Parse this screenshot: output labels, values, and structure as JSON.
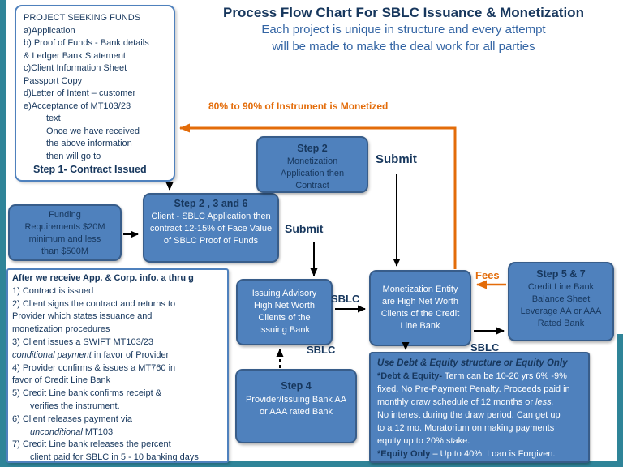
{
  "title": {
    "heading": "Process Flow Chart For SBLC Issuance & Monetization",
    "sub1": "Each project is unique in structure and every attempt",
    "sub2": "will be made to make the deal work for all parties"
  },
  "notes": {
    "monetized": "80% to 90% of Instrument is Monetized",
    "submit_top": "Submit",
    "submit_mid": "Submit",
    "sblc_issuing": "SBLC",
    "sblc_step4": "SBLC",
    "sblc_credit": "SBLC",
    "fees": "Fees"
  },
  "boxes": {
    "project_seeking": {
      "lines": [
        "PROJECT SEEKING FUNDS",
        "a)Application",
        "b) Proof of Funds - Bank details",
        "& Ledger Bank Statement",
        "c)Client Information Sheet",
        "Passport Copy",
        "d)Letter of  Intent – customer",
        "e)Acceptance of MT103/23"
      ],
      "indented": [
        "text",
        "Once we have received",
        "the above information",
        "then will go to"
      ],
      "step": "Step 1- Contract Issued"
    },
    "funding": {
      "lines": [
        "Funding",
        "Requirements  $20M",
        "minimum and less",
        "than $500M"
      ]
    },
    "step236": {
      "heading": "Step 2 , 3 and 6",
      "body": "Client - SBLC Application then contract 12-15% of Face Value of SBLC  Proof of Funds"
    },
    "step2": {
      "heading": "Step 2",
      "body": "Monetization Application then Contract"
    },
    "issuing_advisory": {
      "body": "Issuing Advisory High Net Worth Clients of the Issuing Bank"
    },
    "monetization_entity": {
      "body": "Monetization Entity  are High Net Worth Clients of the Credit Line Bank"
    },
    "step57": {
      "heading": "Step 5 & 7",
      "body": "Credit Line Bank Balance Sheet Leverage AA or AAA Rated Bank"
    },
    "step4": {
      "heading": "Step 4",
      "body": "Provider/Issuing Bank AA or AAA rated Bank"
    },
    "after_receive": {
      "heading": " After we receive App. & Corp. info.  a thru g",
      "item1": "1) Contract is issued",
      "item2a": "2) Client signs  the contract and returns  to",
      "item2b": "Provider which states issuance and",
      "item2c": "monetization  procedures",
      "item3a": "3) Client issues a SWIFT MT103/23",
      "item3b_italic": "conditional payment",
      "item3b_rest": " in favor of Provider",
      "item4a": "4) Provider confirms  &  issues a MT760 in",
      "item4b": "favor of Credit Line Bank",
      "item5a": "5)   Credit Line bank confirms receipt  &",
      "item5b": "verifies the instrument.",
      "item6a": "6)   Client releases payment via",
      "item6b_italic": "unconditional",
      "item6b_rest": " MT103",
      "item7a": "7)   Credit Line bank releases the percent",
      "item7b": "client paid for SBLC in 5 - 10 banking days"
    },
    "debt_equity": {
      "heading": "Use Debt & Equity structure or Equity Only",
      "l1_bold": "*Debt & Equity-",
      "l1_rest": " Term can be 10-20 yrs 6% -9%",
      "l2": "fixed. No Pre-Payment Penalty. Proceeds paid in",
      "l3a": "monthly draw schedule of 12 months or ",
      "l3_italic": "less.",
      "l4": "No interest during the draw period. Can get up",
      "l5": "to a 12 mo. Moratorium on making payments",
      "l6": "equity  up to 20%  stake.",
      "l7_bold": "*Equity Only",
      "l7_rest": " – Up to 40%.  Loan is Forgiven."
    }
  },
  "colors": {
    "navy_text": "#17375D",
    "box_fill": "#4F81BD",
    "box_border": "#385D8A",
    "orange_accent": "#E36C0A",
    "frame_teal": "#2F8498",
    "subtitle_blue": "#3465A4"
  }
}
